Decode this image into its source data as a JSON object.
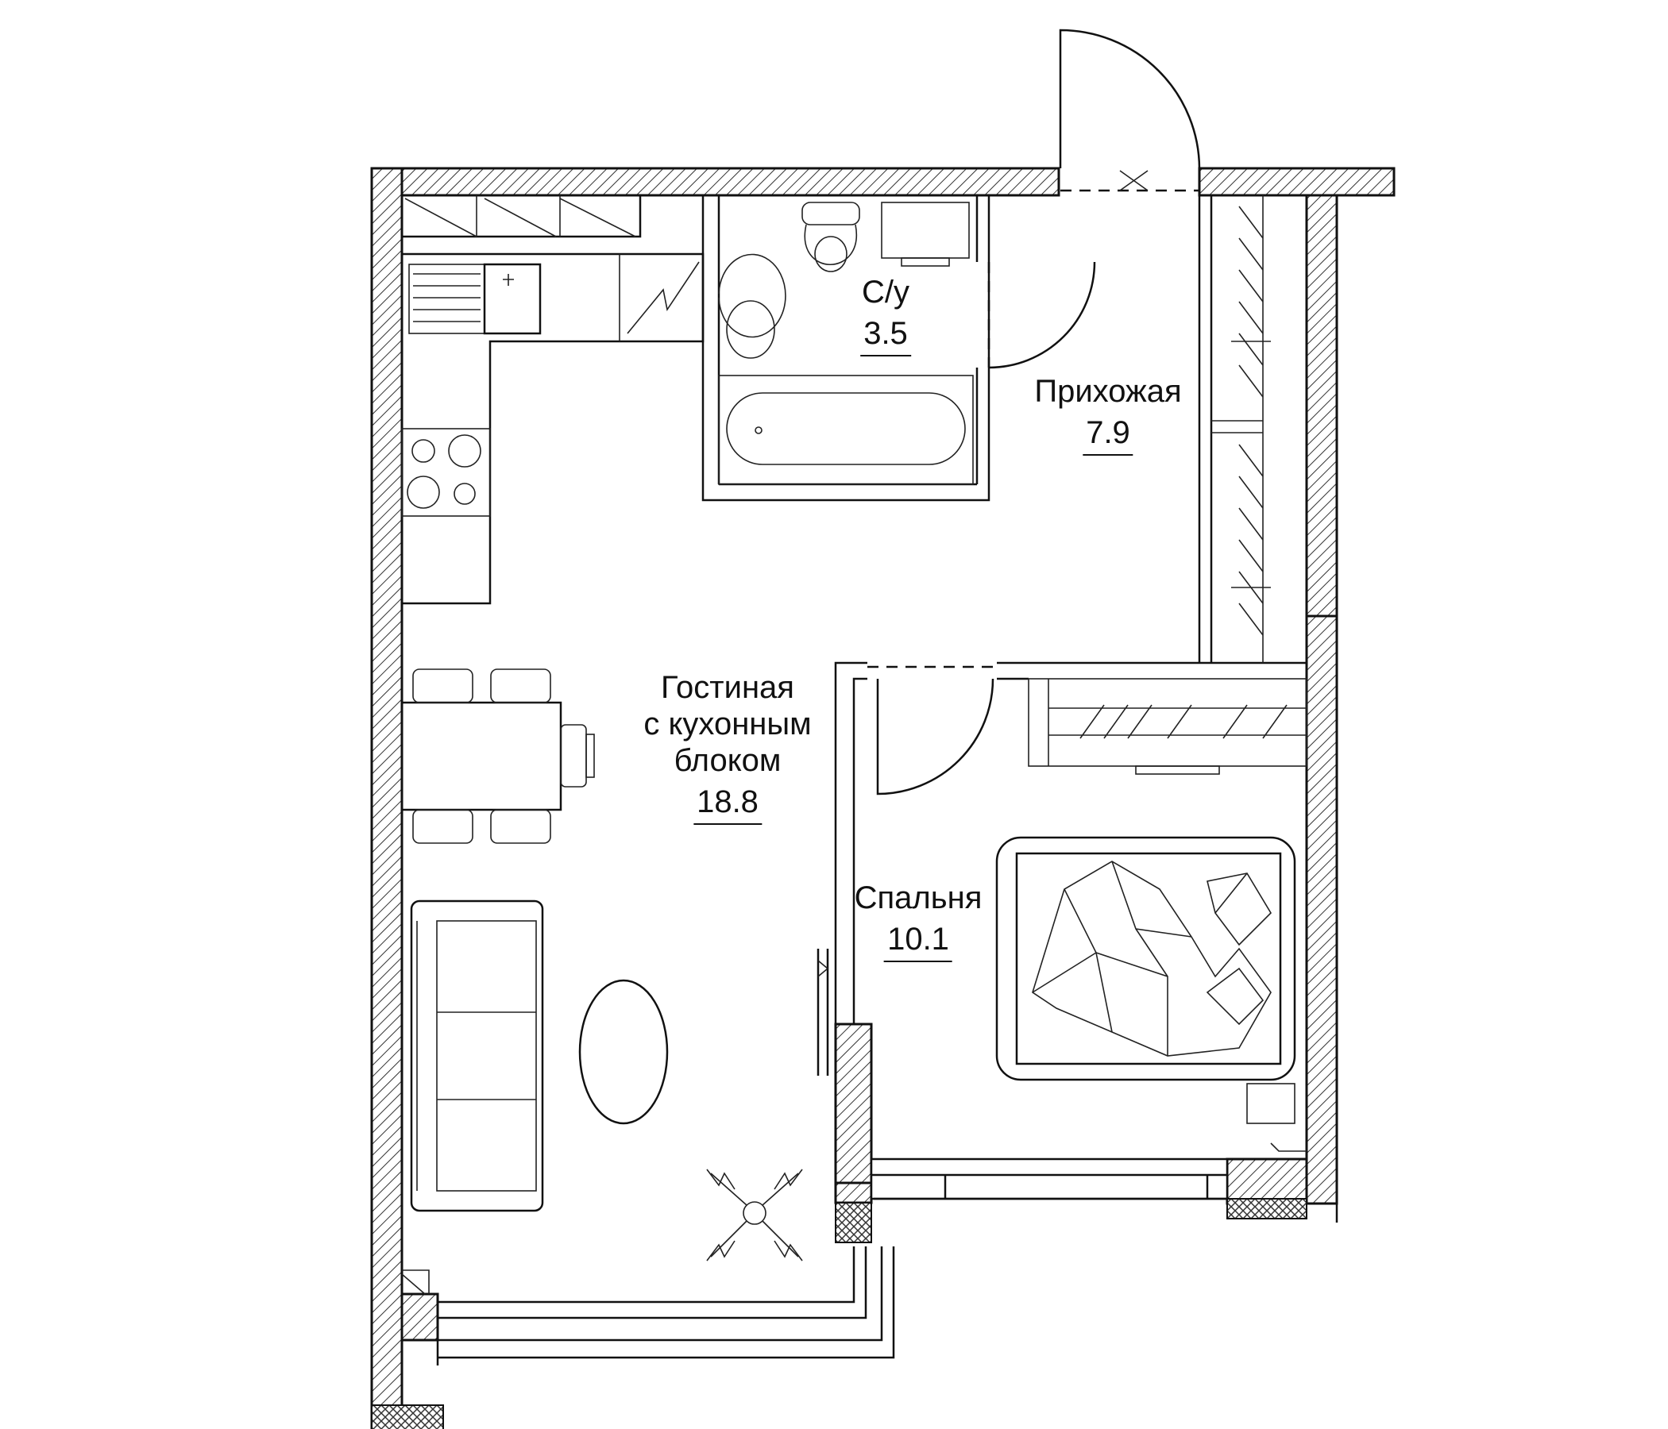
{
  "rooms": {
    "bathroom": {
      "name": "С/у",
      "area": "3.5"
    },
    "hallway": {
      "name": "Прихожая",
      "area": "7.9"
    },
    "living": {
      "name_lines": [
        "Гостиная",
        "с кухонным",
        "блоком"
      ],
      "area": "18.8"
    },
    "bedroom": {
      "name": "Спальня",
      "area": "10.1"
    }
  },
  "colors": {
    "line": "#111111",
    "background": "#ffffff"
  }
}
